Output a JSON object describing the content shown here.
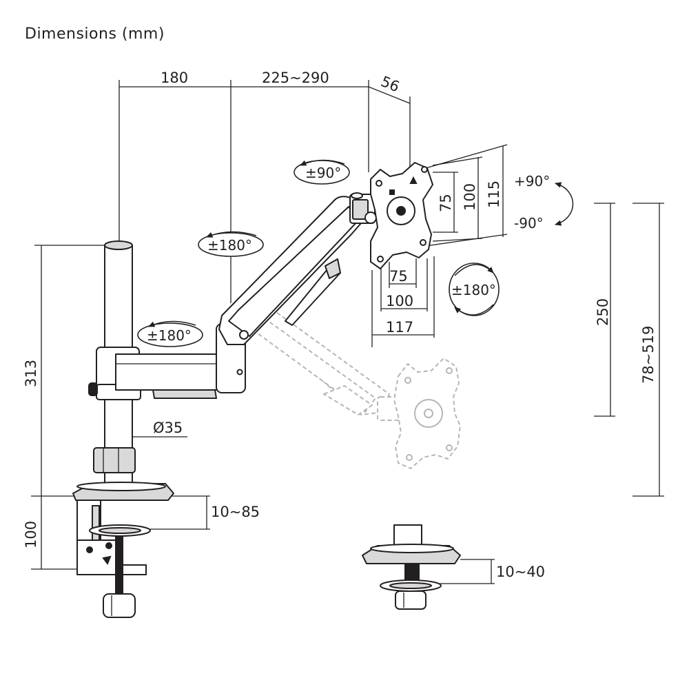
{
  "title": "Dimensions (mm)",
  "dimensions": {
    "top_a": "180",
    "top_b": "225~290",
    "top_c": "56",
    "pole_height": "313",
    "clamp_height": "100",
    "pole_diameter": "Ø35",
    "clamp_range": "10~85",
    "grommet_range": "10~40",
    "height_range": "250",
    "total_range": "78~519",
    "vesa_v1": "75",
    "vesa_v2": "100",
    "vesa_v3": "115",
    "vesa_h1": "75",
    "vesa_h2": "100",
    "vesa_h3": "117"
  },
  "rotations": {
    "arm_base": "±180°",
    "arm_mid": "±180°",
    "head_swivel": "±90°",
    "tilt_up": "+90°",
    "tilt_down": "-90°",
    "plate_rotate": "±180°"
  },
  "colors": {
    "line": "#231f20",
    "ghost": "#b5b5b5",
    "fill": "#ffffff"
  }
}
